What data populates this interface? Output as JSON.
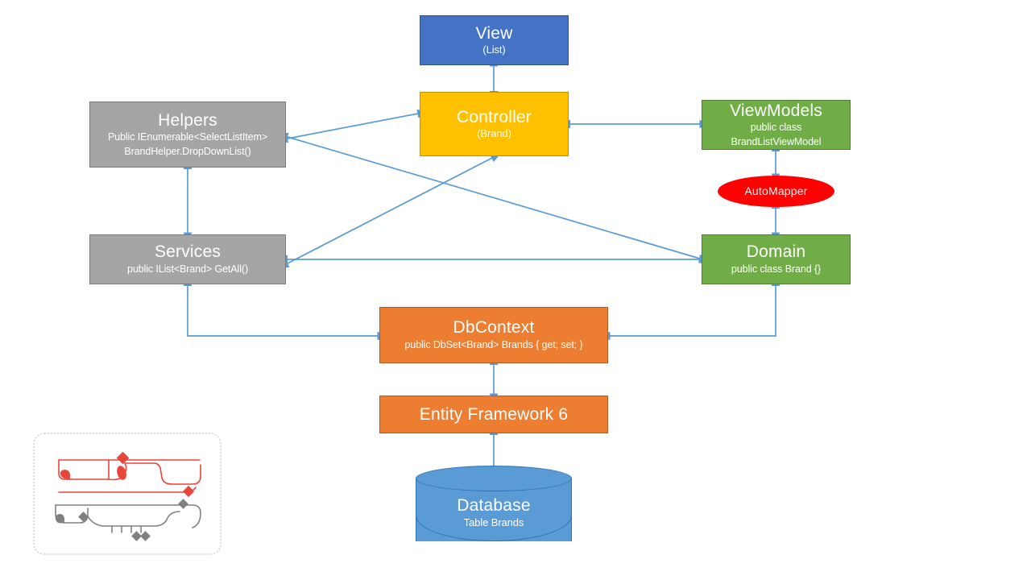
{
  "diagram": {
    "title": "ASP.NET MVC Layered Architecture Diagram",
    "palette": {
      "view_blue": "#4472C4",
      "controller_yellow": "#FFC000",
      "layer_gray": "#A5A5A5",
      "model_green": "#70AD47",
      "data_orange": "#ED7D31",
      "database_blue": "#5B9BD5",
      "automapper_red": "#FF0000",
      "connector_blue": "#5B9BD5",
      "text_white": "#FFFFFF"
    },
    "nodes": [
      {
        "id": "view",
        "title": "View",
        "sub": "(List)",
        "shape": "rectangle",
        "color": "#4472C4"
      },
      {
        "id": "helpers",
        "title": "Helpers",
        "sub_line1": "Public IEnumerable<SelectListItem>",
        "sub_line2": "BrandHelper.DropDownList()",
        "shape": "rectangle",
        "color": "#A5A5A5"
      },
      {
        "id": "controller",
        "title": "Controller",
        "sub": "(Brand)",
        "shape": "rectangle",
        "color": "#FFC000"
      },
      {
        "id": "viewmodels",
        "title": "ViewModels",
        "sub_line1": "public class",
        "sub_line2": "BrandListViewModel",
        "shape": "rectangle",
        "color": "#70AD47"
      },
      {
        "id": "automapper",
        "title": "AutoMapper",
        "sub": "",
        "shape": "ellipse",
        "color": "#FF0000"
      },
      {
        "id": "services",
        "title": "Services",
        "sub": "public IList<Brand> GetAll()",
        "shape": "rectangle",
        "color": "#A5A5A5"
      },
      {
        "id": "domain",
        "title": "Domain",
        "sub": "public class Brand {}",
        "shape": "rectangle",
        "color": "#70AD47"
      },
      {
        "id": "dbcontext",
        "title": "DbContext",
        "sub": "public DbSet<Brand> Brands { get; set; }",
        "shape": "rectangle",
        "color": "#ED7D31"
      },
      {
        "id": "ef6",
        "title": "Entity Framework 6",
        "sub": "",
        "shape": "rectangle",
        "color": "#ED7D31"
      },
      {
        "id": "database",
        "title": "Database",
        "sub": "Table Brands",
        "shape": "cylinder",
        "color": "#5B9BD5"
      }
    ],
    "connectors": [
      {
        "from": "controller",
        "to": "view",
        "type": "double-arrow",
        "route": "straight-vertical"
      },
      {
        "from": "helpers",
        "to": "controller",
        "type": "double-arrow",
        "route": "straight-diagonal"
      },
      {
        "from": "controller",
        "to": "viewmodels",
        "type": "double-arrow",
        "route": "straight-horizontal"
      },
      {
        "from": "viewmodels",
        "to": "automapper",
        "type": "double-arrow",
        "route": "straight-vertical"
      },
      {
        "from": "automapper",
        "to": "domain",
        "type": "double-arrow",
        "route": "straight-vertical"
      },
      {
        "from": "helpers",
        "to": "services",
        "type": "double-arrow",
        "route": "straight-vertical"
      },
      {
        "from": "helpers",
        "to": "domain",
        "type": "double-arrow",
        "route": "straight-diagonal"
      },
      {
        "from": "services",
        "to": "controller",
        "type": "double-arrow",
        "route": "straight-diagonal"
      },
      {
        "from": "services",
        "to": "domain",
        "type": "double-arrow",
        "route": "straight-horizontal"
      },
      {
        "from": "services",
        "to": "dbcontext",
        "type": "double-arrow",
        "route": "elbow"
      },
      {
        "from": "domain",
        "to": "dbcontext",
        "type": "double-arrow",
        "route": "elbow"
      },
      {
        "from": "dbcontext",
        "to": "ef6",
        "type": "double-arrow",
        "route": "straight-vertical"
      },
      {
        "from": "ef6",
        "to": "database",
        "type": "double-arrow",
        "route": "straight-vertical"
      }
    ]
  },
  "watermark": {
    "name": "barnamenevisan-logo",
    "script": "Persian",
    "line1": "برنامه",
    "line2": "نویسان",
    "line1_color": "#E8453C",
    "line2_color": "#808080"
  }
}
